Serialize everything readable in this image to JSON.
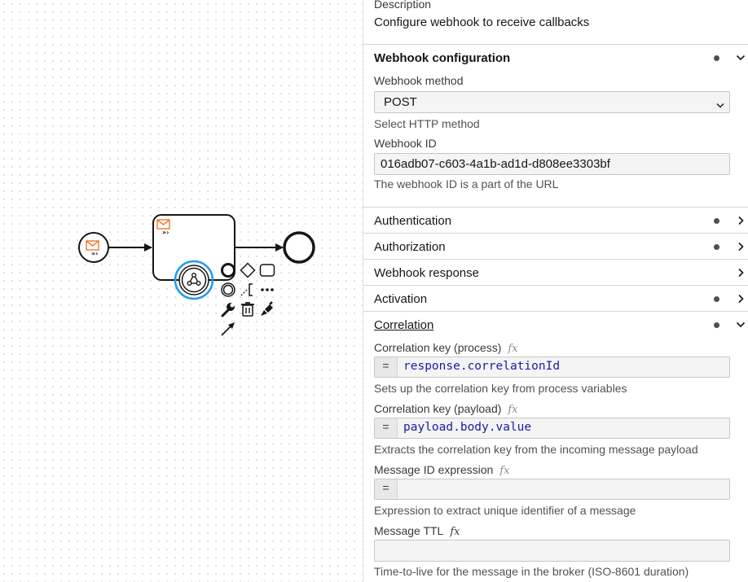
{
  "panel": {
    "description": {
      "label": "Description",
      "value": "Configure webhook to receive callbacks"
    },
    "webhook_group": {
      "title": "Webhook configuration",
      "method_label": "Webhook method",
      "method_value": "POST",
      "method_hint": "Select HTTP method",
      "id_label": "Webhook ID",
      "id_value": "016adb07-c603-4a1b-ad1d-d808ee3303bf",
      "id_hint": "The webhook ID is a part of the URL"
    },
    "collapsed_groups": [
      {
        "title": "Authentication",
        "has_dot": true
      },
      {
        "title": "Authorization",
        "has_dot": true
      },
      {
        "title": "Webhook response",
        "has_dot": false
      },
      {
        "title": "Activation",
        "has_dot": true
      }
    ],
    "correlation_group": {
      "title": "Correlation",
      "key_process_label": "Correlation key (process)",
      "key_process_eq": "=",
      "key_process_value": "response.correlationId",
      "key_process_hint": "Sets up the correlation key from process variables",
      "key_payload_label": "Correlation key (payload)",
      "key_payload_eq": "=",
      "key_payload_value": "payload.body.value",
      "key_payload_hint": "Extracts the correlation key from the incoming message payload",
      "message_id_label": "Message ID expression",
      "message_id_eq": "=",
      "message_id_value": "",
      "message_id_hint": "Expression to extract unique identifier of a message",
      "ttl_label": "Message TTL",
      "ttl_value": "",
      "ttl_hint": "Time-to-live for the message in the broker (ISO-8601 duration)"
    },
    "fx_symbol": "fx"
  },
  "canvas": {
    "selection_color": "#1f9bf0",
    "message_color": "#f7681c",
    "icons": [
      "message-start-event-icon",
      "message-task-icon",
      "webhook-boundary-event-icon",
      "end-event-icon"
    ],
    "context_pad": [
      "append-end-event-icon",
      "append-gateway-icon",
      "append-task-icon",
      "append-intermediate-event-icon",
      "text-annotation-icon",
      "more-options-icon",
      "change-type-icon",
      "delete-icon",
      "color-icon",
      "connect-icon"
    ]
  }
}
